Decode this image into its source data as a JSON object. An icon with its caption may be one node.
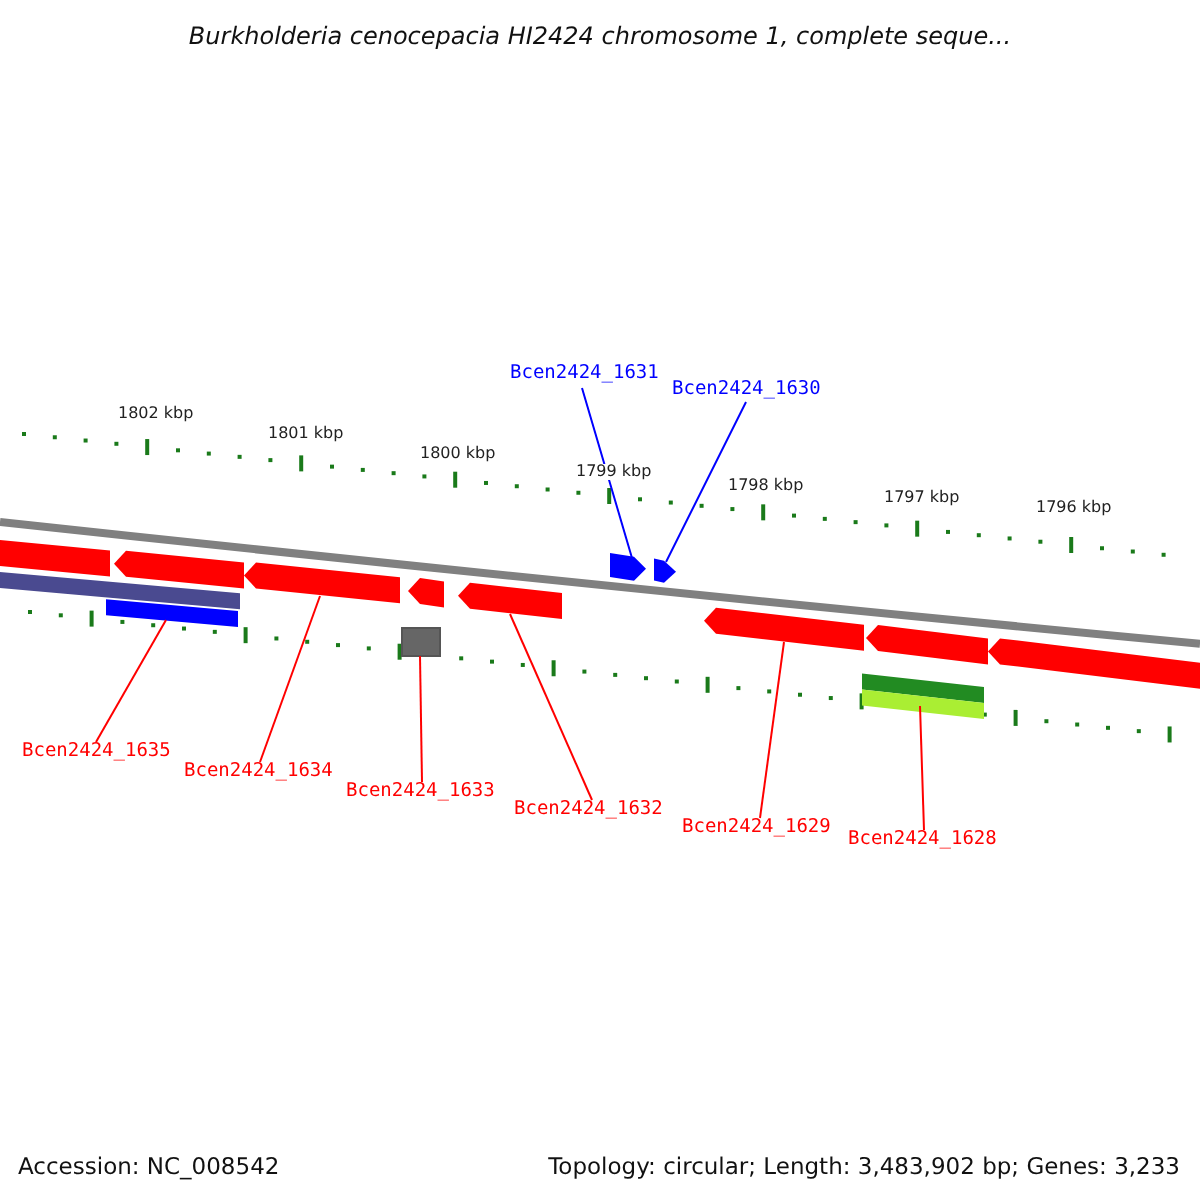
{
  "diagram": {
    "title": "Burkholderia cenocepacia HI2424 chromosome 1, complete seque...",
    "nodes": [
      {
        "text": [
          "Bcen2424_1631"
        ]
      },
      {
        "text": [
          "Bcen2424_1630"
        ]
      },
      {
        "text": [
          "Bcen2424_1635"
        ]
      },
      {
        "text": [
          "Bcen2424_1634"
        ]
      },
      {
        "text": [
          "Bcen2424_1633"
        ]
      },
      {
        "text": [
          "Bcen2424_1632"
        ]
      },
      {
        "text": [
          "Bcen2424_1629"
        ]
      },
      {
        "text": [
          "Bcen2424_1628"
        ]
      },
      {
        "text": [],
        "shape": "arrow"
      },
      {
        "text": [],
        "shape": "arrow"
      },
      {
        "text": [],
        "shape": "bar"
      },
      {
        "text": [],
        "shape": "arrow"
      },
      {
        "text": [],
        "shape": "box"
      },
      {
        "text": [],
        "shape": "arrow"
      },
      {
        "text": [],
        "shape": "arrow"
      },
      {
        "text": [],
        "shape": "bar"
      },
      {
        "text": [],
        "shape": "arrow"
      },
      {
        "text": [],
        "shape": "arrow"
      },
      {
        "text": [],
        "shape": "bar"
      },
      {
        "text": [],
        "shape": "arrow"
      },
      {
        "text": [],
        "shape": "arrow"
      },
      {
        "text": [],
        "shape": "arrow"
      }
    ],
    "edges": [
      {
        "from": 0,
        "to": 8,
        "arrow": "none",
        "color": "#0000ff"
      },
      {
        "from": 1,
        "to": 9,
        "arrow": "none",
        "color": "#0000ff"
      },
      {
        "from": 2,
        "to": 10,
        "arrow": "none"
      },
      {
        "from": 3,
        "to": 11,
        "arrow": "none"
      },
      {
        "from": 4,
        "to": 12,
        "arrow": "none"
      },
      {
        "from": 5,
        "to": 13,
        "arrow": "none"
      },
      {
        "from": 6,
        "to": 14,
        "arrow": "none"
      },
      {
        "from": 7,
        "to": 15,
        "arrow": "none"
      }
    ],
    "labels": [
      "1802 kbp",
      "1801 kbp",
      "1800 kbp",
      "1799 kbp",
      "1798 kbp",
      "1797 kbp",
      "1796 kbp",
      "Accession: NC_008542",
      "Topology: circular; Length: 3,483,902 bp; Genes: 3,233"
    ]
  }
}
